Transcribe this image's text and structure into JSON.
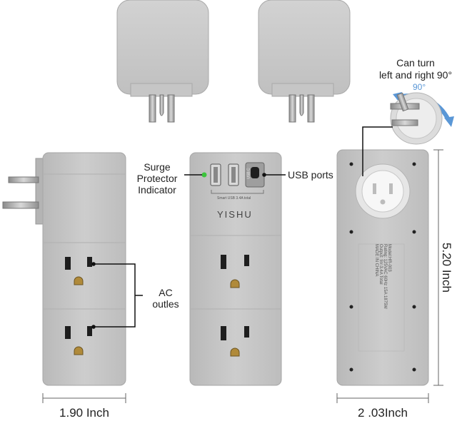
{
  "annotations": {
    "can_turn": "Can turn",
    "left_right": "left and right 90°",
    "angle": "90°",
    "surge_line1": "Surge",
    "surge_line2": "Protector",
    "surge_line3": "Indicator",
    "usb_ports": "USB ports",
    "ac_line1": "AC",
    "ac_line2": "outles",
    "width_side": "1.90 Inch",
    "width_back": "2 .03Inch",
    "height": "5.20 Inch"
  },
  "device": {
    "brand": "YISHU",
    "usb_c_label": "USB C",
    "usb_total": "Smart USB 3.4A total",
    "rating_lines": [
      "Model:HR-003",
      "Rating: 125VAC 60Hz 15A 1875W",
      "Output: 5V-3.4A Total",
      "MADE IN CHINA"
    ]
  },
  "colors": {
    "body": "#c4c4c4",
    "body_light": "#d3d3d3",
    "outlet_hole": "#1e1e1e",
    "screw": "#b08a3a",
    "indicator": "#3cc43c",
    "arrow": "#5a97d6",
    "prong": "#9a9a9a"
  }
}
